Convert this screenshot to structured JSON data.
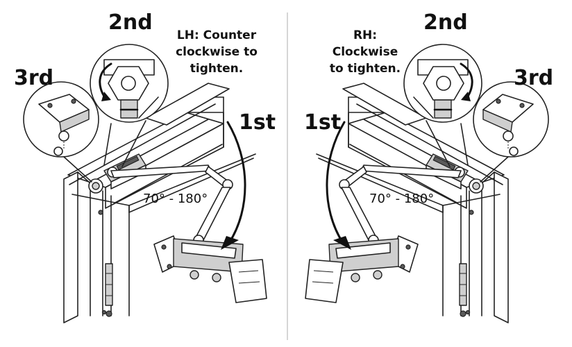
{
  "left": {
    "step1": "1st",
    "step2": "2nd",
    "step3": "3rd",
    "note_lines": [
      "LH: Counter",
      "clockwise to",
      "tighten."
    ],
    "angle": "70° - 180°"
  },
  "right": {
    "step1": "1st",
    "step2": "2nd",
    "step3": "3rd",
    "note_lines": [
      "RH:",
      "Clockwise",
      "to tighten."
    ],
    "angle": "70° - 180°"
  }
}
